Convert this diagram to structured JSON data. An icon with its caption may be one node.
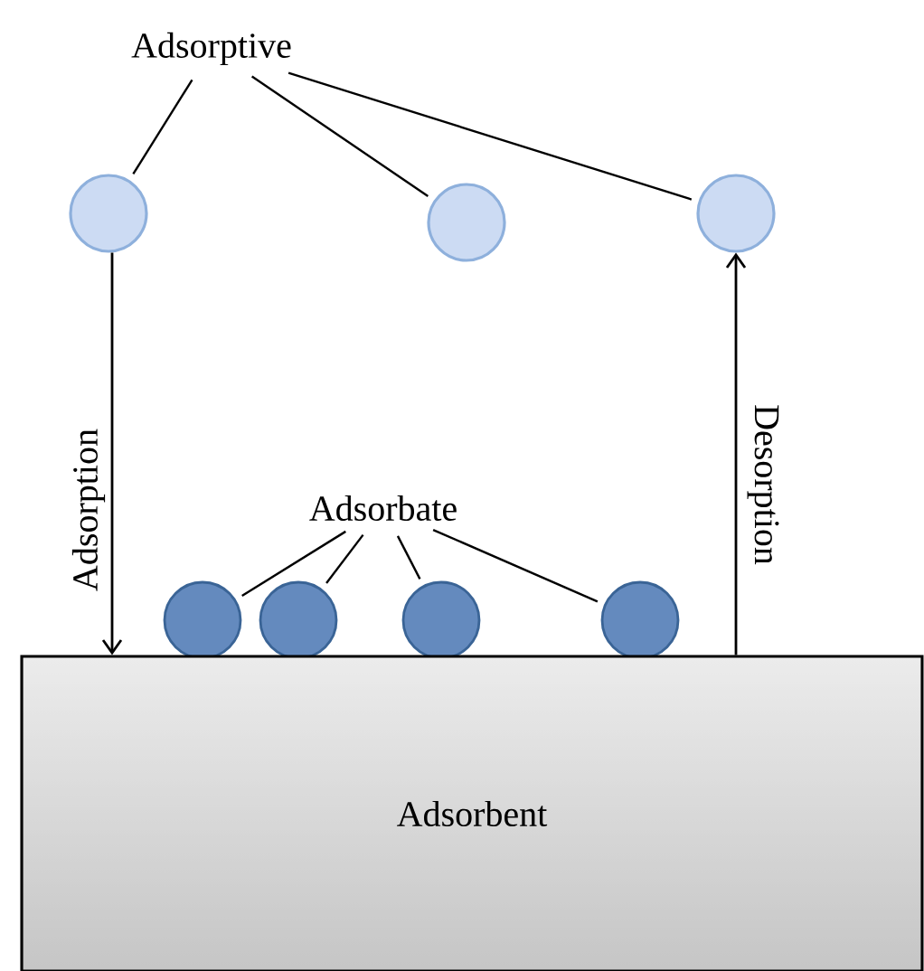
{
  "diagram": {
    "nodes": [
      {
        "text": [
          "Adsorptive"
        ]
      },
      {
        "text": [],
        "shape": "circle"
      },
      {
        "text": [],
        "shape": "circle"
      },
      {
        "text": [],
        "shape": "circle"
      },
      {
        "text": [
          "Adsorbate"
        ]
      },
      {
        "text": [],
        "shape": "circle"
      },
      {
        "text": [],
        "shape": "circle"
      },
      {
        "text": [],
        "shape": "circle"
      },
      {
        "text": [],
        "shape": "circle"
      },
      {
        "text": [
          "Adsorbent"
        ]
      }
    ],
    "edges": [
      {
        "from": 0,
        "to": 1,
        "arrow": "none"
      },
      {
        "from": 0,
        "to": 2,
        "arrow": "none"
      },
      {
        "from": 0,
        "to": 3,
        "arrow": "none"
      },
      {
        "from": 4,
        "to": 5,
        "arrow": "none"
      },
      {
        "from": 4,
        "to": 6,
        "arrow": "none"
      },
      {
        "from": 4,
        "to": 7,
        "arrow": "none"
      },
      {
        "from": 4,
        "to": 8,
        "arrow": "none"
      },
      {
        "from": 1,
        "to": 9,
        "arrow": "to",
        "label": "Adsorption"
      },
      {
        "from": 9,
        "to": 3,
        "arrow": "to",
        "label": "Desorption"
      }
    ]
  }
}
